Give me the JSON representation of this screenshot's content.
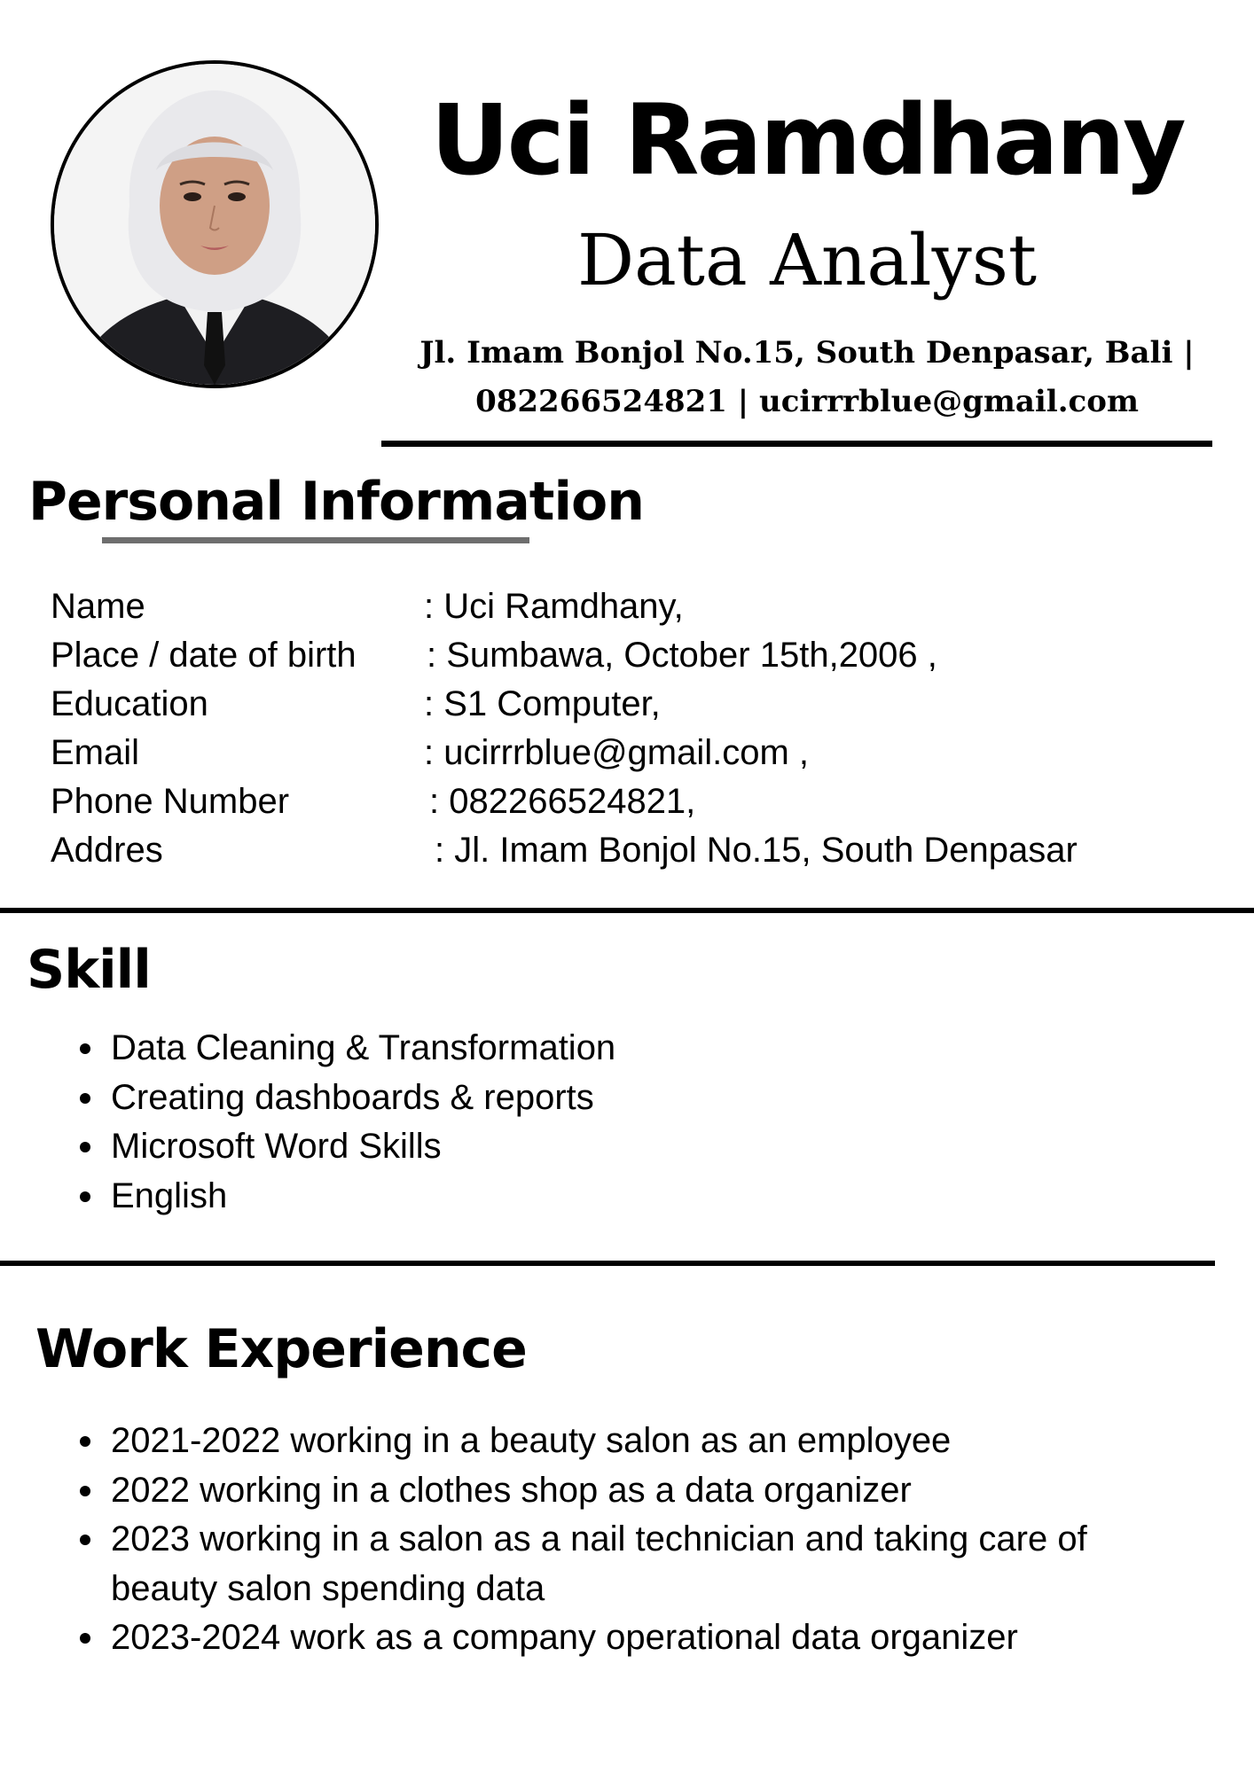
{
  "header": {
    "name": "Uci Ramdhany",
    "role": "Data Analyst",
    "contact_line1": "Jl. Imam Bonjol No.15, South Denpasar, Bali  |",
    "contact_line2": "082266524821  |  ucirrrblue@gmail.com"
  },
  "colors": {
    "text": "#000000",
    "underline": "#6e6e6e",
    "background": "#ffffff"
  },
  "personal_information": {
    "heading": "Personal Information",
    "rows": [
      {
        "label": "Name",
        "value": ": Uci Ramdhany,"
      },
      {
        "label": "Place / date of birth",
        "value": ": Sumbawa, October 15th,2006 ,"
      },
      {
        "label": "Education",
        "value": ": S1 Computer,"
      },
      {
        "label": "Email",
        "value": ": ucirrrblue@gmail.com ,"
      },
      {
        "label": "Phone Number",
        "value": ": 082266524821,"
      },
      {
        "label": "Addres",
        "value": ": Jl. Imam Bonjol No.15, South Denpasar"
      }
    ]
  },
  "skill": {
    "heading": "Skill",
    "items": [
      "Data Cleaning & Transformation",
      "Creating dashboards & reports",
      "Microsoft Word Skills",
      "English"
    ]
  },
  "work_experience": {
    "heading": "Work Experience",
    "items": [
      "2021-2022 working in a beauty salon as an employee",
      "2022  working in a clothes shop as a data organizer",
      "2023 working in a salon as a nail technician and taking care of beauty salon spending data",
      "2023-2024  work as a company operational data organizer"
    ]
  }
}
